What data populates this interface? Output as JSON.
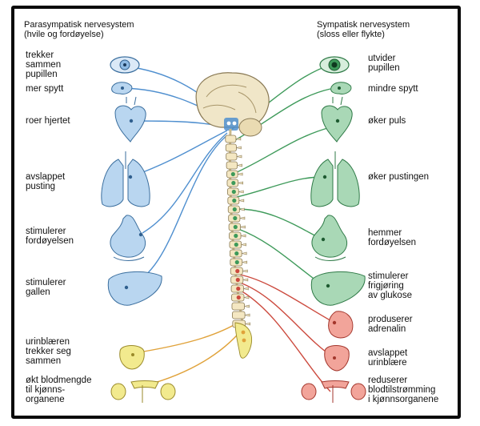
{
  "left_header": "Parasympatisk nervesystem\n(hvile og fordøyelse)",
  "right_header": "Sympatisk nervesystem\n(sloss eller flykte)",
  "left_labels": {
    "eye": "trekker\nsammen\npupillen",
    "saliva": "mer spytt",
    "heart": "roer hjertet",
    "lungs": "avslappet\npusting",
    "stomach": "stimulerer\nfordøyelsen",
    "liver": "stimulerer\ngallen",
    "bladder": "urinblæren\ntrekker seg\nsammen",
    "genitals": "økt blodmengde\ntil kjønns-\norganene"
  },
  "right_labels": {
    "eye": "utvider\npupillen",
    "saliva": "mindre spytt",
    "heart": "øker puls",
    "lungs": "øker pustingen",
    "stomach": "hemmer\nfordøyelsen",
    "liver": "stimulerer\nfrigjøring\nav glukose",
    "adrenal": "produserer\nadrenalin",
    "bladder": "avslappet\nurinblære",
    "genitals": "reduserer\nblodtilstrømming\ni kjønnsorganene"
  },
  "colors": {
    "parasympathetic": "#4f8fcf",
    "parasympathetic_fill": "#b9d6f0",
    "sympathetic": "#3e9a5a",
    "sympathetic_fill": "#a9d8b6",
    "adrenal": "#cc4a3e",
    "adrenal_fill": "#f2a49a",
    "sacral": "#e0a23a",
    "sacral_fill": "#f2ea8e",
    "spine": "#f4e7c2"
  }
}
